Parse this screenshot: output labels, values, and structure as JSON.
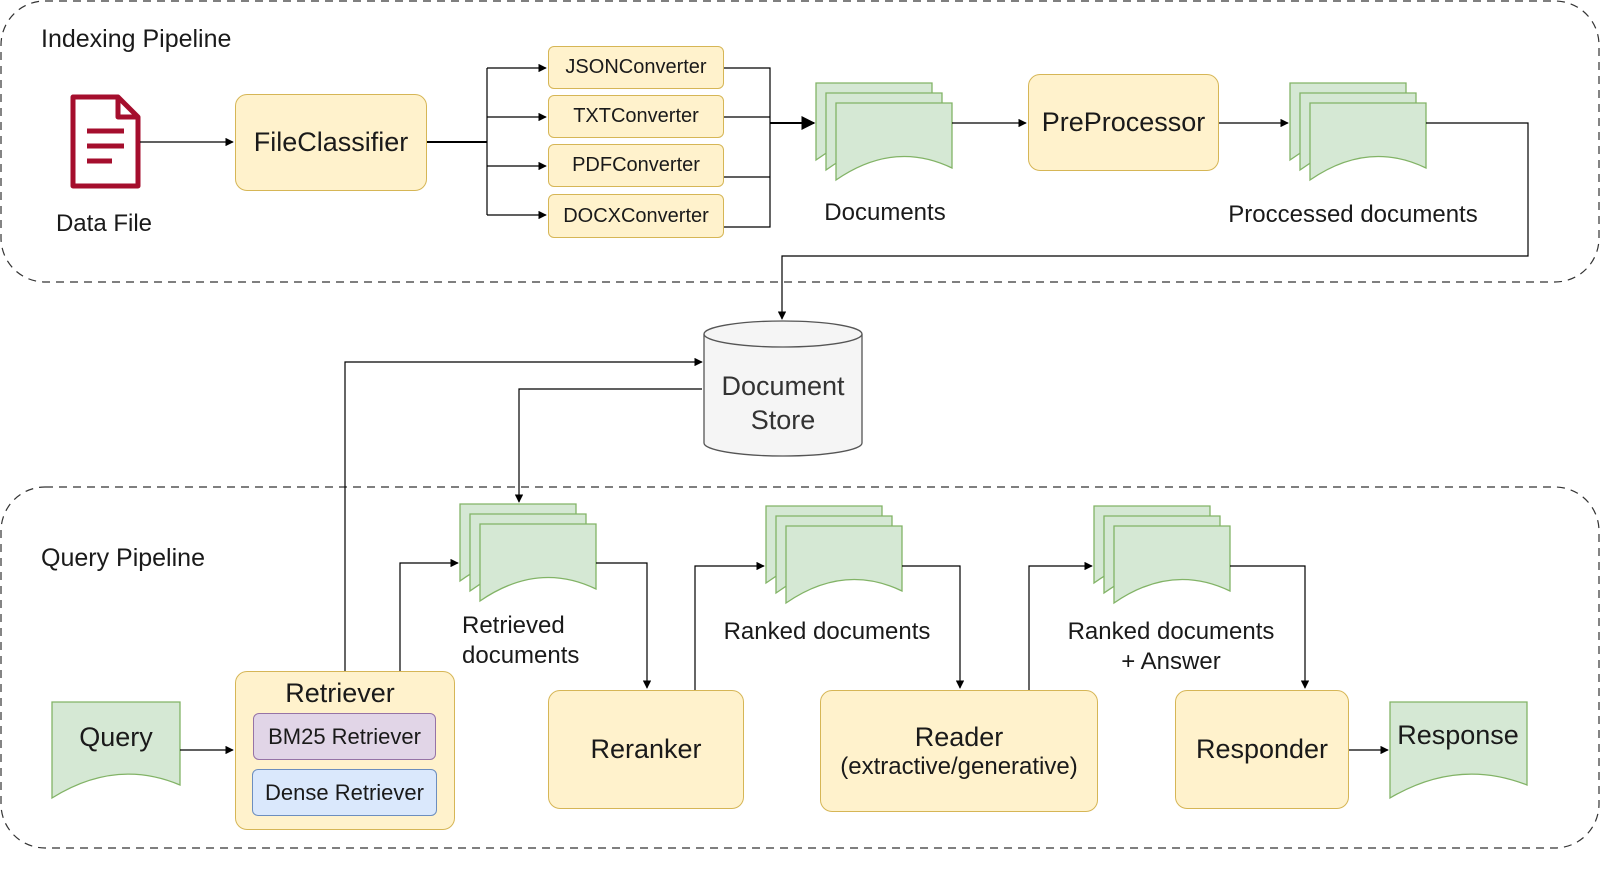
{
  "indexing": {
    "title": "Indexing Pipeline",
    "data_file": "Data File",
    "file_classifier": "FileClassifier",
    "converters": [
      "JSONConverter",
      "TXTConverter",
      "PDFConverter",
      "DOCXConverter"
    ],
    "documents": "Documents",
    "preprocessor": "PreProcessor",
    "processed_documents": "Proccessed documents"
  },
  "store": {
    "line1": "Document",
    "line2": "Store"
  },
  "query": {
    "title": "Query Pipeline",
    "query": "Query",
    "retriever": "Retriever",
    "bm25": "BM25 Retriever",
    "dense": "Dense Retriever",
    "retrieved_line1": "Retrieved",
    "retrieved_line2": "documents",
    "reranker": "Reranker",
    "ranked_documents": "Ranked documents",
    "reader_line1": "Reader",
    "reader_line2": "(extractive/generative)",
    "ranked_answer_line1": "Ranked documents",
    "ranked_answer_line2": "+ Answer",
    "responder": "Responder",
    "response": "Response"
  },
  "colors": {
    "process_fill": "#fff2cc",
    "process_stroke": "#d6b656",
    "document_fill": "#d5e8d4",
    "document_stroke": "#82b366",
    "bm25_fill": "#e1d5e7",
    "dense_fill": "#dae8fc",
    "store_fill": "#f5f5f5",
    "file_icon": "#a50e2d"
  }
}
